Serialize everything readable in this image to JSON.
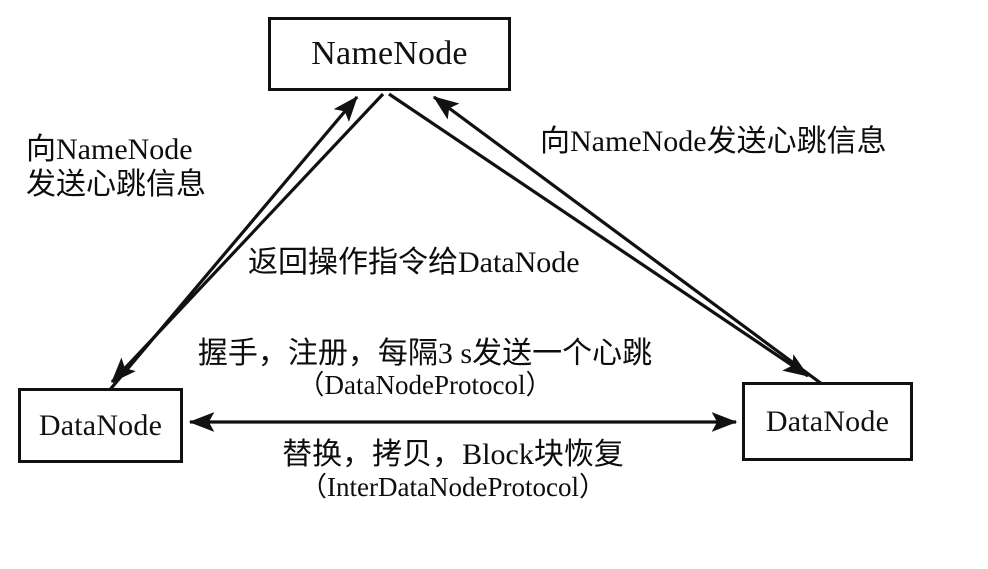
{
  "diagram": {
    "title": "HDFS NameNode and DataNode communication diagram",
    "background_color": "#ffffff",
    "stroke_color": "#111111",
    "text_color": "#0d0d0d",
    "nodes": [
      {
        "id": "namenode",
        "label": "NameNode"
      },
      {
        "id": "datanode_left",
        "label": "DataNode"
      },
      {
        "id": "datanode_right",
        "label": "DataNode"
      }
    ],
    "labels": {
      "left_heartbeat_line1": "向NameNode",
      "left_heartbeat_line2": "发送心跳信息",
      "right_heartbeat": "向NameNode发送心跳信息",
      "return_command": "返回操作指令给DataNode",
      "handshake_line1": "握手，注册，每隔3 s发送一个心跳",
      "handshake_line2": "（DataNodeProtocol）",
      "replicate_line1": "替换，拷贝，Block块恢复",
      "replicate_line2": "（InterDataNodeProtocol）"
    }
  }
}
